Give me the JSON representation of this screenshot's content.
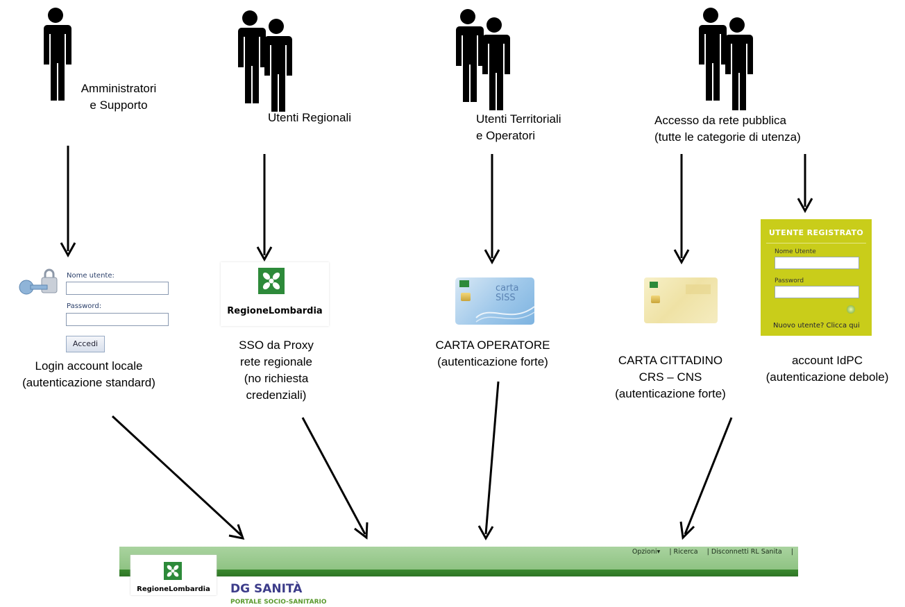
{
  "actors": [
    {
      "label_lines": [
        "Amministratori",
        "e Supporto"
      ]
    },
    {
      "label_lines": [
        "Utenti Regionali"
      ]
    },
    {
      "label_lines": [
        "Utenti Territoriali",
        "e Operatori"
      ]
    },
    {
      "label_lines": [
        "Accesso da rete pubblica",
        "(tutte le categorie di utenza)"
      ]
    }
  ],
  "login_form": {
    "username_label": "Nome utente:",
    "password_label": "Password:",
    "submit_label": "Accedi"
  },
  "regione_logo_text": "RegioneLombardia",
  "carta_siss": {
    "line1": "carta",
    "line2": "SISS"
  },
  "registered_panel": {
    "title": "UTENTE REGISTRATO",
    "username_label": "Nome Utente",
    "password_label": "Password",
    "new_user_link": "Nuovo utente? Clicca qui"
  },
  "methods": [
    {
      "label_lines": [
        "Login account locale",
        "(autenticazione standard)"
      ]
    },
    {
      "label_lines": [
        "SSO  da Proxy",
        "rete regionale",
        "(no richiesta",
        "credenziali)"
      ]
    },
    {
      "label_lines": [
        "CARTA OPERATORE",
        "(autenticazione forte)"
      ]
    },
    {
      "label_lines": [
        "CARTA CITTADINO",
        "CRS – CNS",
        "(autenticazione forte)"
      ]
    },
    {
      "label_lines": [
        "account IdPC",
        "(autenticazione debole)"
      ]
    }
  ],
  "portal": {
    "links": [
      "Opzioni▾",
      "|  Ricerca",
      "|  Disconnetti RL Sanita",
      "|"
    ],
    "logo_text": "RegioneLombardia",
    "title": "DG SANITÀ",
    "subtitle": "PORTALE SOCIO-SANITARIO"
  }
}
